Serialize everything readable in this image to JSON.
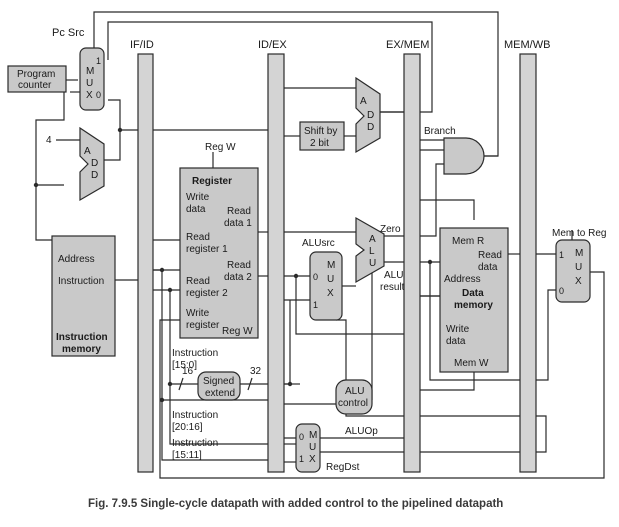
{
  "caption": "Fig. 7.9.5 Single-cycle datapath with added control to the pipelined datapath",
  "stage_registers": [
    "IF/ID",
    "ID/EX",
    "EX/MEM",
    "MEM/WB"
  ],
  "signals": {
    "pc_src": "Pc Src",
    "reg_w": "Reg W",
    "branch": "Branch",
    "alu_src": "ALUsrc",
    "mem_to_reg": "Mem to Reg",
    "alu_op": "ALUOp",
    "reg_dst": "RegDst",
    "zero": "Zero"
  },
  "program_counter": {
    "line1": "Program",
    "line2": "counter"
  },
  "constant_four": "4",
  "mux": {
    "m": "M",
    "u": "U",
    "x": "X",
    "in0": "0",
    "in1": "1"
  },
  "adder": {
    "a": "A",
    "d1": "D",
    "d2": "D"
  },
  "instruction_memory": {
    "address": "Address",
    "instruction": "Instruction",
    "title_line1": "Instruction",
    "title_line2": "memory"
  },
  "register_file": {
    "title": "Register",
    "write_data_1": "Write",
    "write_data_2": "data",
    "read_data1_1": "Read",
    "read_data1_2": "data 1",
    "read_reg1_1": "Read",
    "read_reg1_2": "register 1",
    "read_data2_1": "Read",
    "read_data2_2": "data 2",
    "read_reg2_1": "Read",
    "read_reg2_2": "register 2",
    "write_reg_1": "Write",
    "write_reg_2": "register",
    "reg_w": "Reg W"
  },
  "shift": {
    "line1": "Shift by",
    "line2": "2 bit"
  },
  "alu": {
    "a": "A",
    "l": "L",
    "u": "U",
    "result_1": "ALU",
    "result_2": "result"
  },
  "data_memory": {
    "mem_r": "Mem R",
    "read_data_1": "Read",
    "read_data_2": "data",
    "address": "Address",
    "title_1": "Data",
    "title_2": "memory",
    "write_data_1": "Write",
    "write_data_2": "data",
    "mem_w": "Mem W"
  },
  "sign_extend": {
    "line1": "Signed",
    "line2": "extend",
    "in_bits": "16",
    "out_bits": "32"
  },
  "alu_control": {
    "line1": "ALU",
    "line2": "control"
  },
  "instruction_fields": [
    {
      "line1": "Instruction",
      "line2": "[15:0]"
    },
    {
      "line1": "Instruction",
      "line2": "[20:16]"
    },
    {
      "line1": "Instruction",
      "line2": "[15:11]"
    }
  ]
}
